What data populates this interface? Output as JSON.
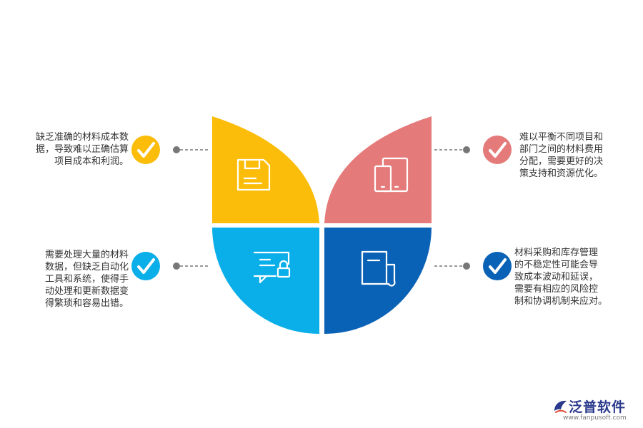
{
  "colors": {
    "yellow": "#fbbd0a",
    "salmon": "#e57a7a",
    "sky": "#0aaee8",
    "navy": "#0a62b6",
    "connector": "#777777"
  },
  "items": [
    {
      "position": "top-left",
      "color": "#fbbd0a",
      "segment_icon": "floppy-disk-icon",
      "lines": [
        "缺乏准确的材料成本数",
        "据，导致难以正确估算",
        "项目成本和利润。"
      ]
    },
    {
      "position": "top-right",
      "color": "#e57a7a",
      "segment_icon": "tablet-devices-icon",
      "lines": [
        "难以平衡不同项目和",
        "部门之间的材料费用",
        "分配，需要更好的决",
        "策支持和资源优化。"
      ]
    },
    {
      "position": "bottom-left",
      "color": "#0aaee8",
      "segment_icon": "message-lock-icon",
      "lines": [
        "需要处理大量的材料",
        "数据，但缺乏自动化",
        "工具和系统，使得手",
        "动处理和更新数据变",
        "得繁琐和容易出错。"
      ]
    },
    {
      "position": "bottom-right",
      "color": "#0a62b6",
      "segment_icon": "document-icon",
      "lines": [
        "材料采购和库存管理",
        "的不稳定性可能会导",
        "致成本波动和延误，",
        "需要有相应的风险控",
        "制和协调机制来应对。"
      ]
    }
  ],
  "brand": {
    "name": "泛普软件",
    "url": "www.fanpusoft.com",
    "logo_icon": "fanpu-logo-icon"
  }
}
